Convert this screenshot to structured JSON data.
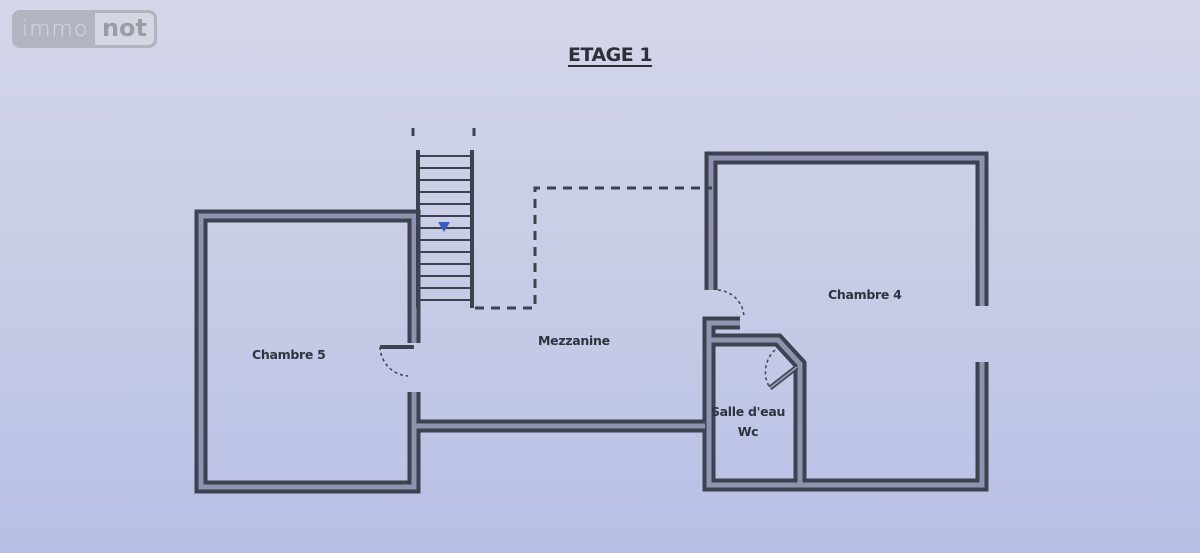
{
  "logo": {
    "part1": "immo",
    "part2": "not"
  },
  "title": "ETAGE 1",
  "rooms": {
    "chambre5": "Chambre 5",
    "mezzanine": "Mezzanine",
    "chambre4": "Chambre 4",
    "salle_eau": "Salle d'eau",
    "wc": "Wc"
  },
  "colors": {
    "wall_outline": "#3e4150",
    "wall_fill": "#8e94b0",
    "background": "#c8cce6"
  }
}
